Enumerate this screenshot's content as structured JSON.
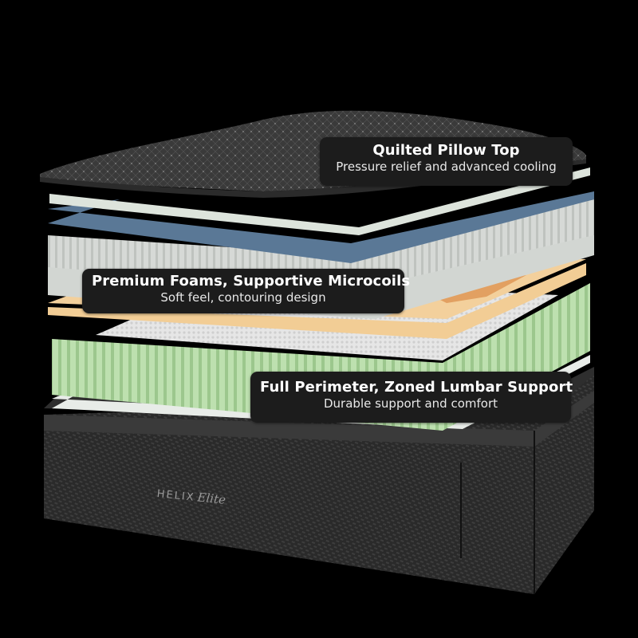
{
  "product": {
    "brand": "HELIX",
    "model": "Elite"
  },
  "callouts": [
    {
      "title": "Quilted Pillow Top",
      "subtitle": "Pressure relief and advanced cooling"
    },
    {
      "title": "Premium Foams, Supportive Microcoils",
      "subtitle": "Soft feel, contouring design"
    },
    {
      "title": "Full Perimeter, Zoned Lumbar Support",
      "subtitle": "Durable support and comfort"
    }
  ],
  "layers": [
    {
      "name": "quilted-pillow-top",
      "color": "#3a3a3a"
    },
    {
      "name": "white-foam-layer",
      "color": "#dfe5df"
    },
    {
      "name": "blue-foam-layer",
      "color": "#5a7896"
    },
    {
      "name": "microcoil-layer",
      "color": "#c9ccc8"
    },
    {
      "name": "grey-foam-layer",
      "color": "#d2d6d2"
    },
    {
      "name": "tan-zoned-foam-layer",
      "color": "#f0c88e"
    },
    {
      "name": "green-perimeter-coil-layer",
      "color": "#b5d9a6"
    },
    {
      "name": "white-base-foam-layer",
      "color": "#e8ece8"
    },
    {
      "name": "base-cover",
      "color": "#2a2a2a"
    }
  ],
  "colors": {
    "background": "#000000",
    "callout_bg": "#1c1c1c",
    "callout_text": "#ffffff"
  }
}
